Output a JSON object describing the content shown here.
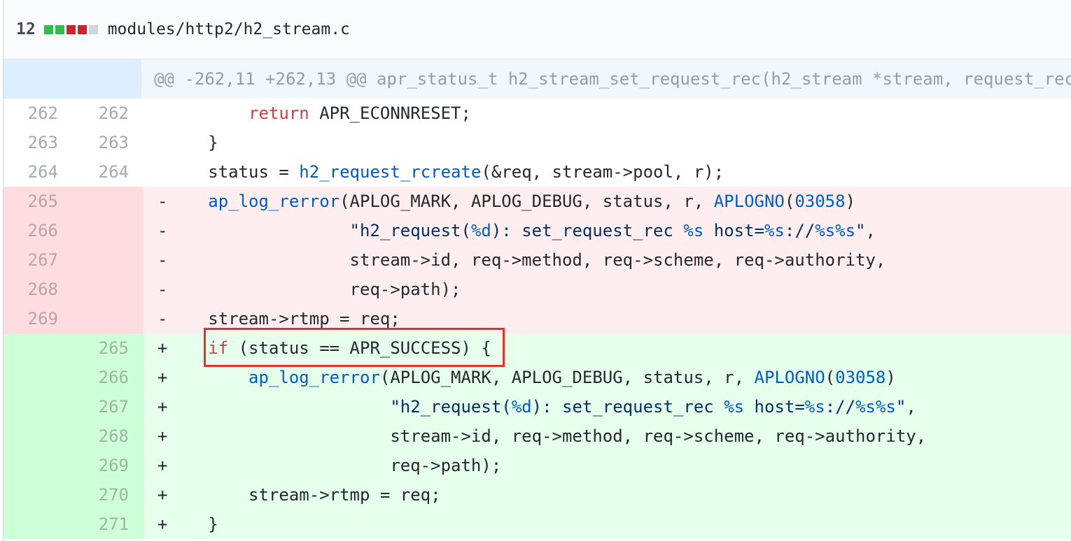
{
  "file": {
    "changes": "12",
    "diffstat": [
      "#2cbe4e",
      "#2cbe4e",
      "#cb2431",
      "#cb2431",
      "#d1d5da"
    ],
    "path": "modules/http2/h2_stream.c"
  },
  "hunk": {
    "icon": "unfold-icon",
    "header": "@@ -262,11 +262,13 @@ apr_status_t h2_stream_set_request_rec(h2_stream *stream, request_rec"
  },
  "colors": {
    "deleted_bg": "#ffeef0",
    "added_bg": "#e6ffed",
    "highlight_box": "#e8302a"
  },
  "lines": [
    {
      "type": "ctx",
      "old": "262",
      "new": "262",
      "marker": " ",
      "tokens": [
        [
          "",
          "        "
        ],
        [
          "kw",
          "return"
        ],
        [
          "",
          " APR_ECONNRESET;"
        ]
      ]
    },
    {
      "type": "ctx",
      "old": "263",
      "new": "263",
      "marker": " ",
      "tokens": [
        [
          "",
          "    }"
        ]
      ]
    },
    {
      "type": "ctx",
      "old": "264",
      "new": "264",
      "marker": " ",
      "tokens": [
        [
          "",
          "    status = "
        ],
        [
          "fn",
          "h2_request_rcreate"
        ],
        [
          "",
          "(&req, stream->pool, r);"
        ]
      ]
    },
    {
      "type": "del",
      "old": "265",
      "new": "",
      "marker": "-",
      "tokens": [
        [
          "",
          "    "
        ],
        [
          "fn",
          "ap_log_rerror"
        ],
        [
          "",
          "(APLOG_MARK, APLOG_DEBUG, status, r, "
        ],
        [
          "fn",
          "APLOGNO"
        ],
        [
          "",
          "("
        ],
        [
          "fn",
          "03058"
        ],
        [
          "",
          ")"
        ]
      ]
    },
    {
      "type": "del",
      "old": "266",
      "new": "",
      "marker": "-",
      "tokens": [
        [
          "str",
          "                  \"h2_request("
        ],
        [
          "fmt",
          "%d"
        ],
        [
          "str",
          "): set_request_rec "
        ],
        [
          "fmt",
          "%s"
        ],
        [
          "str",
          " host="
        ],
        [
          "fmt",
          "%s"
        ],
        [
          "str",
          "://"
        ],
        [
          "fmt",
          "%s%s"
        ],
        [
          "str",
          "\""
        ],
        [
          "",
          ","
        ]
      ]
    },
    {
      "type": "del",
      "old": "267",
      "new": "",
      "marker": "-",
      "tokens": [
        [
          "",
          "                  stream->id, req->method, req->scheme, req->authority,"
        ]
      ]
    },
    {
      "type": "del",
      "old": "268",
      "new": "",
      "marker": "-",
      "tokens": [
        [
          "",
          "                  req->path);"
        ]
      ]
    },
    {
      "type": "del",
      "old": "269",
      "new": "",
      "marker": "-",
      "tokens": [
        [
          "",
          "    stream->rtmp = req;"
        ]
      ]
    },
    {
      "type": "add",
      "old": "",
      "new": "265",
      "marker": "+",
      "tokens": [
        [
          "",
          "    "
        ],
        [
          "kw",
          "if"
        ],
        [
          "",
          " (status == APR_SUCCESS) {"
        ]
      ]
    },
    {
      "type": "add",
      "old": "",
      "new": "266",
      "marker": "+",
      "tokens": [
        [
          "",
          "        "
        ],
        [
          "fn",
          "ap_log_rerror"
        ],
        [
          "",
          "(APLOG_MARK, APLOG_DEBUG, status, r, "
        ],
        [
          "fn",
          "APLOGNO"
        ],
        [
          "",
          "("
        ],
        [
          "fn",
          "03058"
        ],
        [
          "",
          ")"
        ]
      ]
    },
    {
      "type": "add",
      "old": "",
      "new": "267",
      "marker": "+",
      "tokens": [
        [
          "str",
          "                      \"h2_request("
        ],
        [
          "fmt",
          "%d"
        ],
        [
          "str",
          "): set_request_rec "
        ],
        [
          "fmt",
          "%s"
        ],
        [
          "str",
          " host="
        ],
        [
          "fmt",
          "%s"
        ],
        [
          "str",
          "://"
        ],
        [
          "fmt",
          "%s%s"
        ],
        [
          "str",
          "\""
        ],
        [
          "",
          ","
        ]
      ]
    },
    {
      "type": "add",
      "old": "",
      "new": "268",
      "marker": "+",
      "tokens": [
        [
          "",
          "                      stream->id, req->method, req->scheme, req->authority,"
        ]
      ]
    },
    {
      "type": "add",
      "old": "",
      "new": "269",
      "marker": "+",
      "tokens": [
        [
          "",
          "                      req->path);"
        ]
      ]
    },
    {
      "type": "add",
      "old": "",
      "new": "270",
      "marker": "+",
      "tokens": [
        [
          "",
          "        stream->rtmp = req;"
        ]
      ]
    },
    {
      "type": "add",
      "old": "",
      "new": "271",
      "marker": "+",
      "tokens": [
        [
          "",
          "    }"
        ]
      ]
    }
  ]
}
